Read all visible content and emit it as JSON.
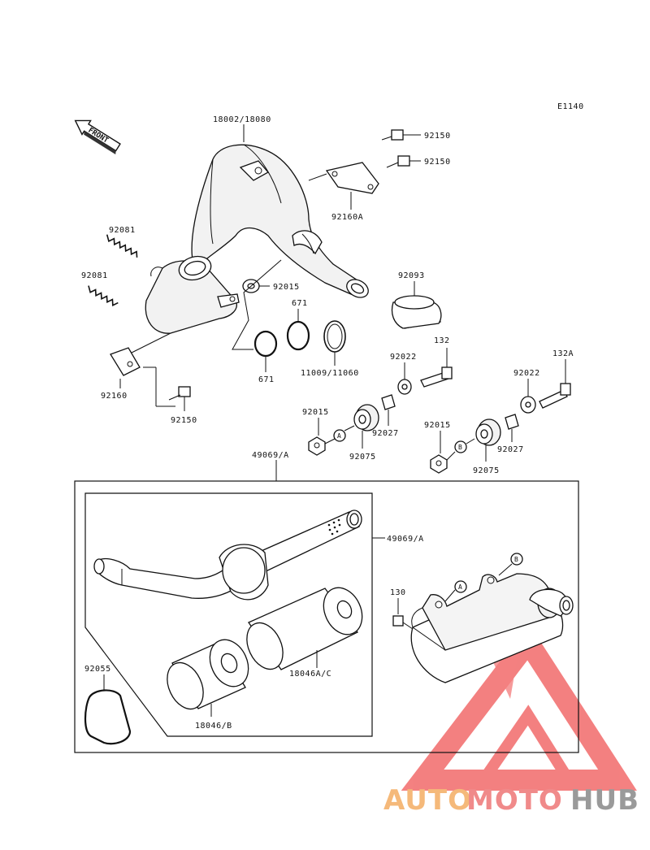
{
  "diagram_code": "E1140",
  "front_label": "FRONT",
  "parts": {
    "expansion_chamber": "18002/18080",
    "bolt_top_1": "92150",
    "bolt_top_2": "92150",
    "bracket_top": "92160A",
    "spring_1": "92081",
    "spring_2": "92081",
    "nut_chamber": "92015",
    "oring_a": "671",
    "oring_b": "671",
    "gasket_ring": "11009/11060",
    "bracket_left": "92160",
    "bolt_left": "92150",
    "collar_large": "92093",
    "bolt_132": "132",
    "bolt_132a": "132A",
    "washer_1": "92022",
    "washer_2": "92022",
    "nut_1": "92015",
    "nut_2": "92015",
    "grommet_1": "92075",
    "grommet_2": "92075",
    "collar_1": "92027",
    "collar_2": "92027",
    "silencer_assy_top": "49069/A",
    "silencer_assy_side": "49069/A",
    "packing_ac": "18046A/C",
    "packing_b": "18046/B",
    "gasket_oval": "92055",
    "bolt_130": "130"
  },
  "callouts": {
    "a": "A",
    "b": "B"
  },
  "watermark": {
    "text_auto": "AUTO",
    "text_moto": "MOTO",
    "text_hub": "HUB",
    "color_auto": "#f5b97a",
    "color_moto": "#f08a8a",
    "color_hub": "#9a9a9a",
    "color_logo": "#f26b6b"
  }
}
